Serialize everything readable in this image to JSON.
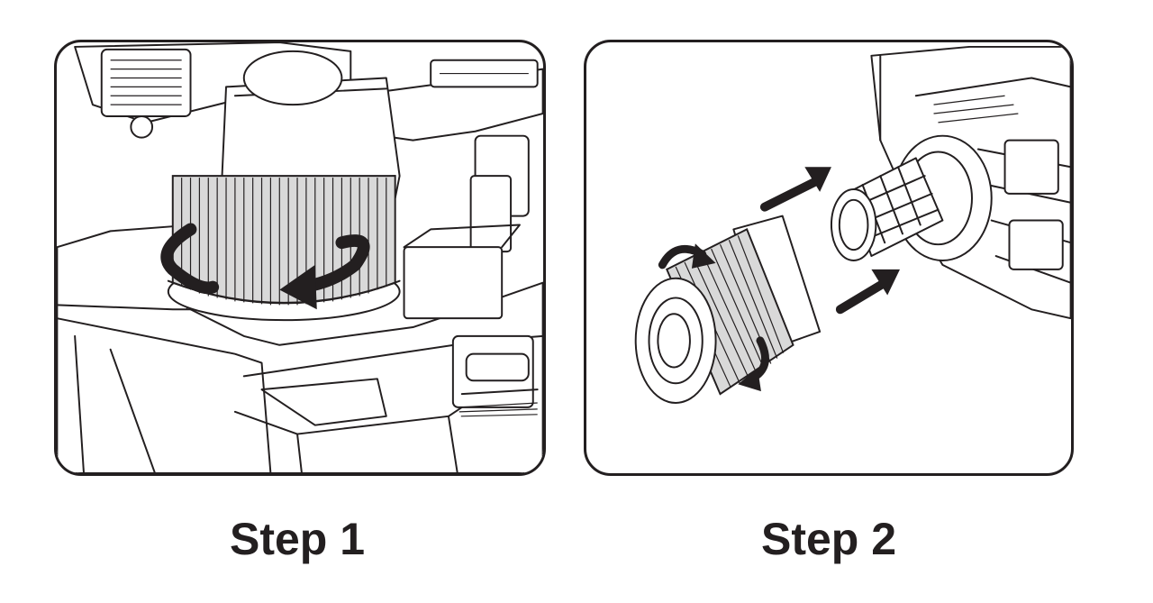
{
  "steps": [
    {
      "label": "Step 1",
      "illustration": "filter-canister-in-vacuum-base"
    },
    {
      "label": "Step 2",
      "illustration": "filter-removed-from-motor-cage"
    }
  ],
  "colors": {
    "line": "#231f20",
    "background": "#ffffff",
    "filter_fill": "#d9d9d9"
  },
  "icons": [
    "rotate-arrow-icon",
    "pull-arrow-icon"
  ]
}
